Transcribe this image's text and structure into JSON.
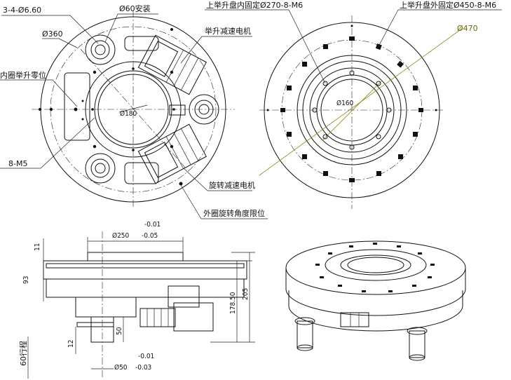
{
  "labels": {
    "holes_3_4": "3-4-Ø6.60",
    "mount_60": "Ø60安装",
    "dia_360": "Ø360",
    "inner_zero": "内圈举升零位",
    "dia_180": "Ø180",
    "lift_motor": "举升减速电机",
    "m5": "8-M5",
    "rot_motor": "旋转减速电机",
    "outer_limit": "外圈旋转角度限位",
    "inner_fix": "上举升盘内固定Ø270-8-M6",
    "outer_fix": "上举升盘外固定Ø450-8-M6",
    "dia_470": "Ø470",
    "dia_160": "Ø160"
  },
  "side_view": {
    "dia_250": "Ø250",
    "tol_250_upper": "-0.01",
    "tol_250_lower": "-0.05",
    "dim_11": "11",
    "dim_93": "93",
    "dim_178": "178.50",
    "dim_205": "205",
    "dim_50": "50",
    "dim_12": "12",
    "stroke_60": "60行程",
    "dia_50": "Ø50",
    "tol_50_upper": "-0.01",
    "tol_50_lower": "-0.03"
  }
}
